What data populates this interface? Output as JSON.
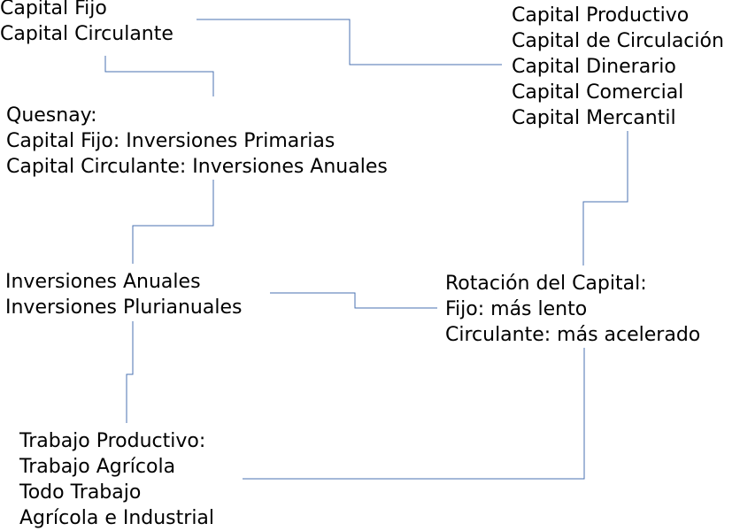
{
  "colors": {
    "text": "#000000",
    "connector": "#4a72b0"
  },
  "nodes": {
    "capital_fijo_circulante": [
      "Capital Fijo",
      "Capital Circulante"
    ],
    "capital_productivo": [
      "Capital Productivo",
      "Capital de Circulación",
      "Capital Dinerario",
      "Capital Comercial",
      "Capital Mercantil"
    ],
    "quesnay": [
      "Quesnay:",
      "Capital Fijo: Inversiones Primarias",
      "Capital Circulante: Inversiones Anuales"
    ],
    "inversiones": [
      "Inversiones Anuales",
      "Inversiones Plurianuales"
    ],
    "rotacion": [
      "Rotación del Capital:",
      "Fijo: más lento",
      "Circulante: más acelerado"
    ],
    "trabajo": [
      "Trabajo Productivo:",
      "Trabajo Agrícola",
      "Todo Trabajo",
      "Agrícola e Industrial"
    ]
  }
}
